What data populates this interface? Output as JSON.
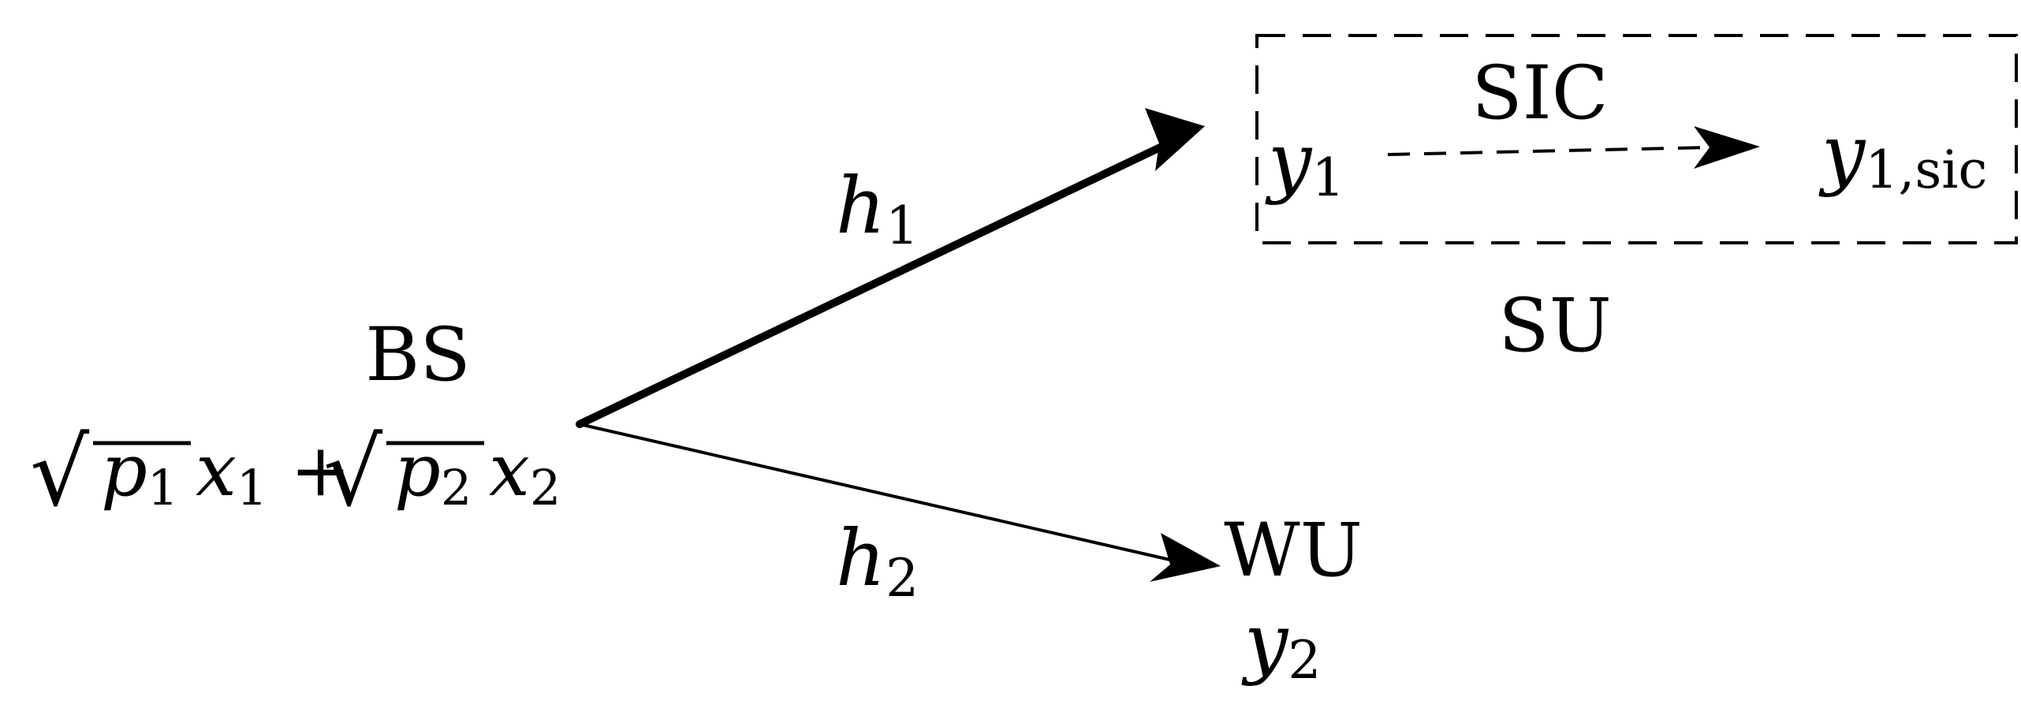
{
  "nodes": {
    "bs": {
      "label": "BS",
      "signal": {
        "sqrt_sym_1": "√",
        "p1_base": "p",
        "p1_sub": "1",
        "x1_base": "x",
        "x1_sub": "1",
        "plus": "+",
        "sqrt_sym_2": "√",
        "p2_base": "p",
        "p2_sub": "2",
        "x2_base": "x",
        "x2_sub": "2"
      }
    },
    "su": {
      "label": "SU",
      "box_style": "dashed",
      "process_label": "SIC",
      "input": {
        "base": "y",
        "sub": "1"
      },
      "output": {
        "base": "y",
        "sub": "1,sic"
      }
    },
    "wu": {
      "label": "WU",
      "output": {
        "base": "y",
        "sub": "2"
      }
    }
  },
  "links": {
    "h1": {
      "base": "h",
      "sub": "1",
      "from": "BS",
      "to": "SU",
      "style": "thick"
    },
    "h2": {
      "base": "h",
      "sub": "2",
      "from": "BS",
      "to": "WU",
      "style": "thin"
    }
  },
  "colors": {
    "ink": "#000000",
    "background": "#ffffff"
  }
}
